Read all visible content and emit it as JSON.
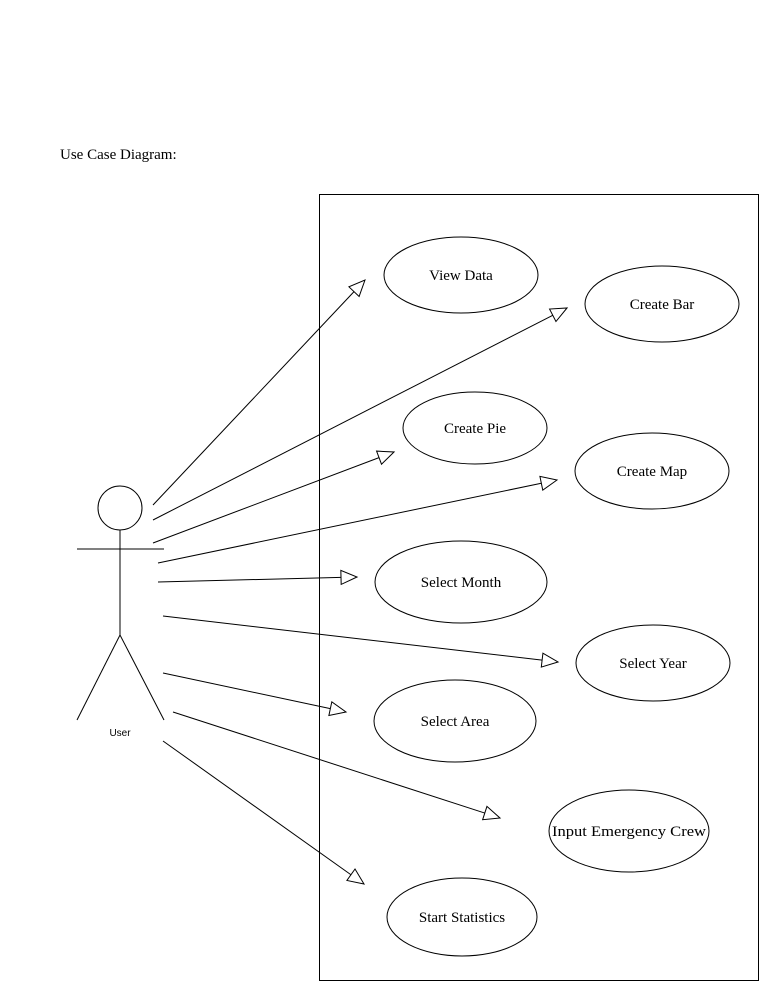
{
  "page": {
    "title": "Use Case Diagram:"
  },
  "actor": {
    "label": "User"
  },
  "use_cases": [
    {
      "id": "view-data",
      "label": "View Data"
    },
    {
      "id": "create-bar",
      "label": "Create Bar"
    },
    {
      "id": "create-pie",
      "label": "Create Pie"
    },
    {
      "id": "create-map",
      "label": "Create Map"
    },
    {
      "id": "select-month",
      "label": "Select Month"
    },
    {
      "id": "select-year",
      "label": "Select Year"
    },
    {
      "id": "select-area",
      "label": "Select Area"
    },
    {
      "id": "input-emergency-crew",
      "label": "Input Emergency Crew"
    },
    {
      "id": "start-statistics",
      "label": "Start Statistics"
    }
  ],
  "colors": {
    "stroke": "#000000",
    "background": "#ffffff"
  }
}
